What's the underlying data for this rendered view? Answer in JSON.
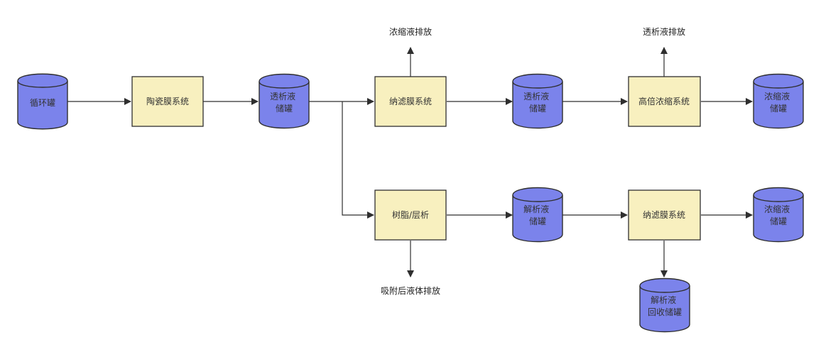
{
  "diagram": {
    "colors": {
      "tank_fill": "#7b83eb",
      "tank_stroke": "#2f2f2f",
      "process_fill": "#f8f0bf",
      "process_stroke": "#2f2f2f",
      "arrow": "#2f2f2f"
    },
    "nodes": {
      "circulation_tank": [
        "循环罐"
      ],
      "ceramic_membrane": [
        "陶瓷膜系统"
      ],
      "permeate_storage_1": [
        "透析液",
        "储罐"
      ],
      "nanofiltration_1": [
        "纳滤膜系统"
      ],
      "permeate_storage_2": [
        "透析液",
        "储罐"
      ],
      "high_concentration": [
        "高倍浓缩系统"
      ],
      "concentrate_storage_top": [
        "浓缩液",
        "储罐"
      ],
      "resin_chromatography": [
        "树脂/层析"
      ],
      "eluate_storage": [
        "解析液",
        "储罐"
      ],
      "nanofiltration_2": [
        "纳滤膜系统"
      ],
      "concentrate_storage_bottom": [
        "浓缩液",
        "储罐"
      ],
      "eluate_recovery_storage": [
        "解析液",
        "回收储罐"
      ]
    },
    "labels": {
      "concentrate_discharge": "浓缩液排放",
      "permeate_discharge": "透析液排放",
      "post_adsorption_discharge": "吸附后液体排放"
    }
  }
}
